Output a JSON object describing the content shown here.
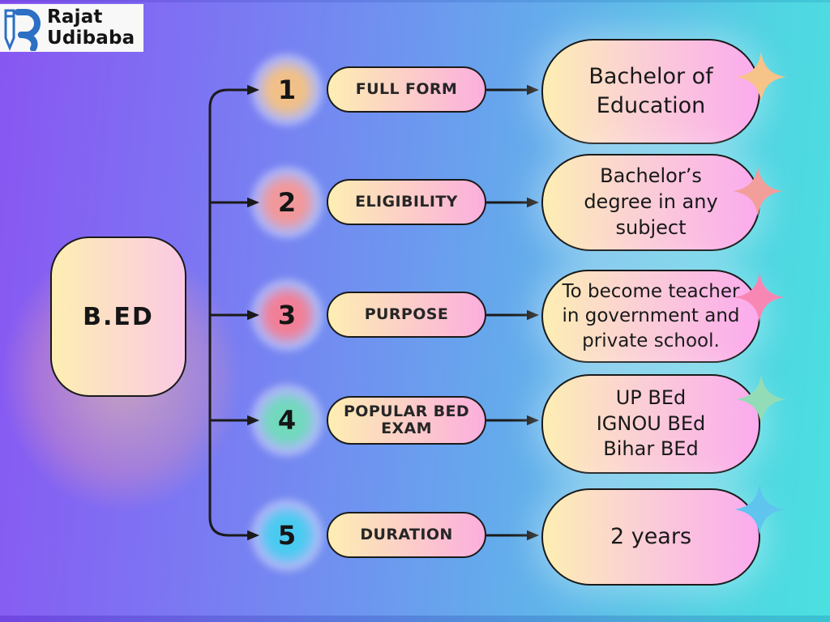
{
  "logo": {
    "line1": "Rajat",
    "line2": "Udibaba"
  },
  "main_node": {
    "label": "B.ED"
  },
  "rows": [
    {
      "number": "1",
      "label": "FULL FORM",
      "answer": "Bachelor of\nEducation",
      "glow_color": "#ffc77d",
      "sparkle_color": "#f6c389"
    },
    {
      "number": "2",
      "label": "ELIGIBILITY",
      "answer": "Bachelor’s\ndegree in any\nsubject",
      "glow_color": "#ff9b92",
      "sparkle_color": "#f29e9b"
    },
    {
      "number": "3",
      "label": "PURPOSE",
      "answer": "To become teacher\nin government and\nprivate school.",
      "glow_color": "#ff7f8e",
      "sparkle_color": "#f887b4"
    },
    {
      "number": "4",
      "label": "POPULAR BED EXAM",
      "answer": "UP BEd\nIGNOU BEd\nBihar BEd",
      "glow_color": "#72e2b8",
      "sparkle_color": "#92dcb8"
    },
    {
      "number": "5",
      "label": "DURATION",
      "answer": "2 years",
      "glow_color": "#46d2f0",
      "sparkle_color": "#5fc4ee"
    }
  ],
  "colors": {
    "background_left": "#8956f2",
    "background_mid": "#6f93f0",
    "background_right": "#4be0e0",
    "node_gradient_left": "#fdeeb2",
    "node_gradient_right": "#fbaaee",
    "outline": "#1a1a1a",
    "brand_blue": "#2c6fc4"
  }
}
